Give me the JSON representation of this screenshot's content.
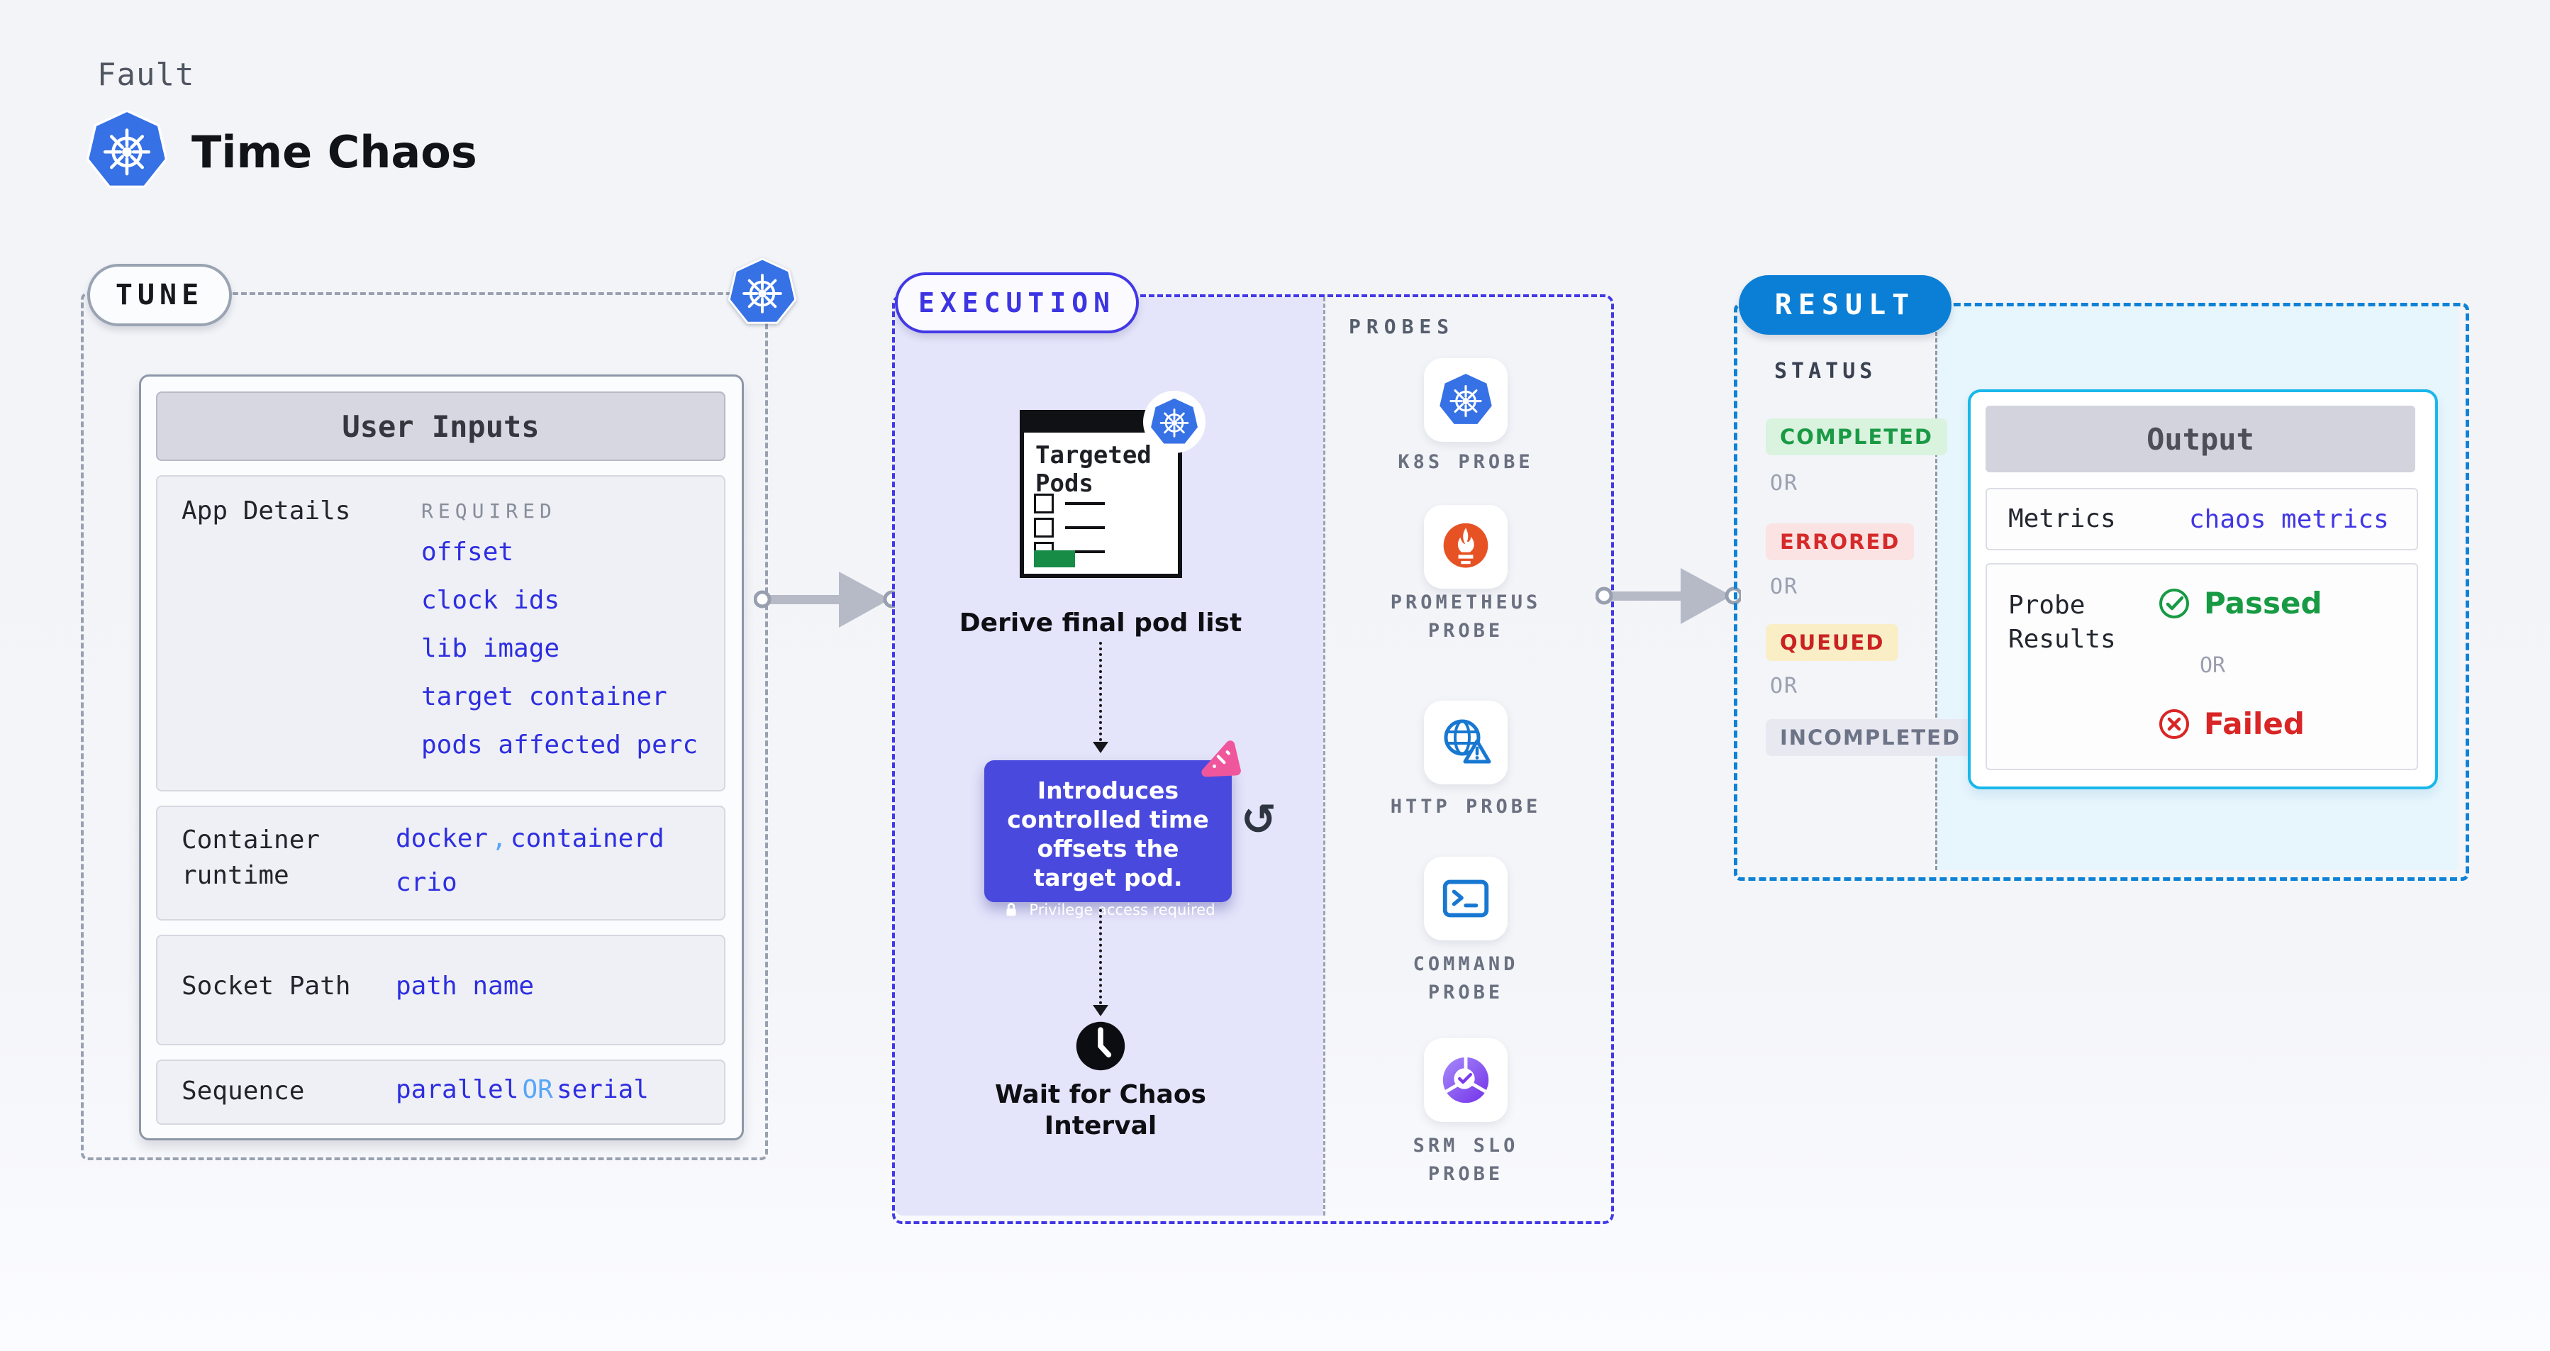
{
  "header": {
    "eyebrow": "Fault",
    "title": "Time Chaos"
  },
  "tune": {
    "badge": "TUNE",
    "card_title": "User Inputs",
    "rows": [
      {
        "label": "App Details",
        "tag": "REQUIRED",
        "values": [
          "offset",
          "clock ids",
          "lib image",
          "target container",
          "pods affected perc"
        ]
      },
      {
        "label": "Container\nruntime",
        "values": [
          "docker",
          ",",
          "containerd",
          "crio"
        ]
      },
      {
        "label": "Socket Path",
        "values": [
          "path name"
        ]
      },
      {
        "label": "Sequence",
        "values": [
          "parallel",
          "OR",
          "serial"
        ]
      }
    ]
  },
  "execution": {
    "badge": "EXECUTION",
    "clipboard_title": "Targeted\nPods",
    "step1_caption": "Derive final pod list",
    "tooltip": {
      "text": "Introduces controlled time offsets the target pod.",
      "note": "Privilege access required"
    },
    "step2_caption": "Wait for Chaos\nInterval"
  },
  "probes": {
    "title": "PROBES",
    "items": [
      {
        "label": "K8S PROBE",
        "icon": "kubernetes-icon"
      },
      {
        "label": "PROMETHEUS\nPROBE",
        "icon": "prometheus-icon"
      },
      {
        "label": "HTTP PROBE",
        "icon": "http-globe-warning-icon"
      },
      {
        "label": "COMMAND\nPROBE",
        "icon": "terminal-icon"
      },
      {
        "label": "SRM SLO\nPROBE",
        "icon": "slo-gauge-icon"
      }
    ]
  },
  "result": {
    "badge": "RESULT",
    "status_title": "STATUS",
    "or_label": "OR",
    "statuses": [
      {
        "label": "COMPLETED",
        "bg": "#d9f3de",
        "fg": "#1b9a46"
      },
      {
        "label": "ERRORED",
        "bg": "#fbe3e3",
        "fg": "#d62a2a"
      },
      {
        "label": "QUEUED",
        "bg": "#faeec6",
        "fg": "#ca2222"
      },
      {
        "label": "INCOMPLETED",
        "bg": "#e7e8f0",
        "fg": "#6e7487"
      }
    ],
    "output": {
      "title": "Output",
      "metrics_label": "Metrics",
      "metrics_value": "chaos metrics",
      "probe_label": "Probe\nResults",
      "or_label": "OR",
      "passed_label": "Passed",
      "failed_label": "Failed"
    }
  },
  "colors": {
    "accent_indigo": "#4238e6",
    "lavender_fill": "#e4e4fb",
    "tune_border_grey": "#99a1b0",
    "result_blue": "#0b7fd6",
    "result_fill": "#e7f5fd",
    "output_border_cyan": "#19b7ea",
    "value_blue": "#2e2ee0",
    "value_light_blue": "#58a6f8",
    "tooltip_bg": "#4a49dd",
    "pink_accent": "#f0569b",
    "k8s_blue": "#3671e6",
    "prometheus_orange": "#e75225",
    "probe_icon_blue": "#1878d1",
    "green_bar": "#178c47",
    "passed_green": "#179a43",
    "failed_red": "#d92525"
  }
}
